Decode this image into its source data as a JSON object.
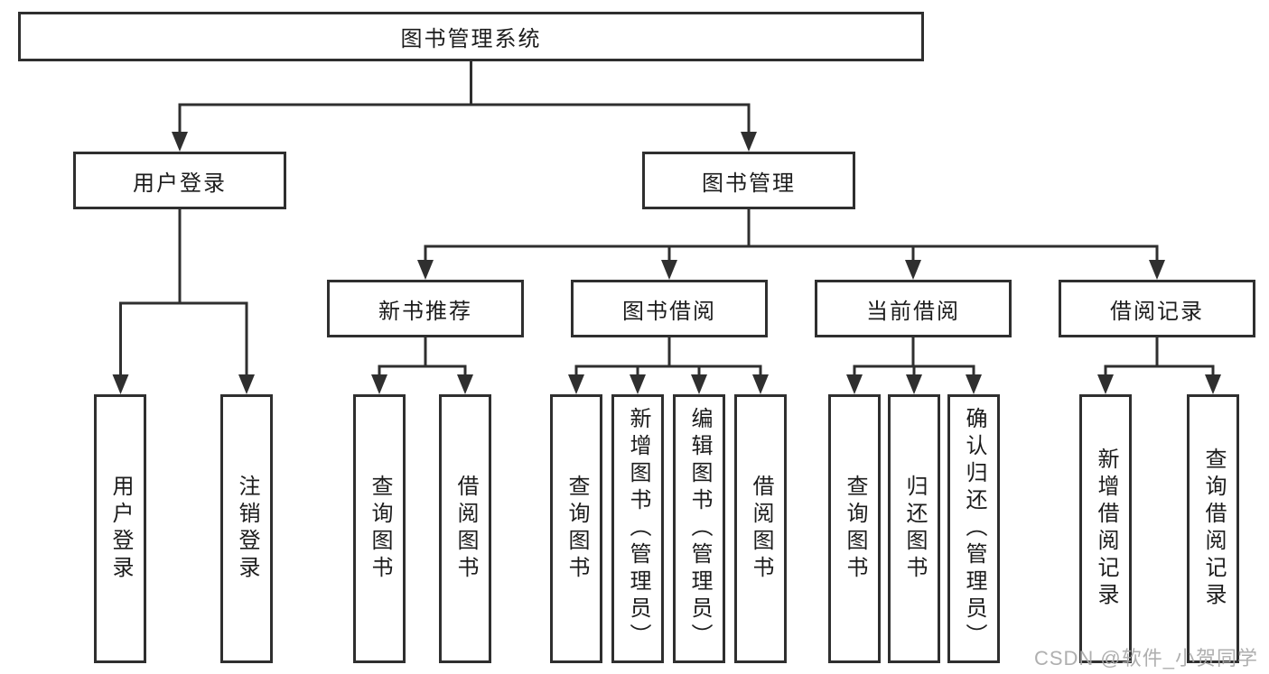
{
  "diagram": {
    "title": "图书管理系统",
    "root": {
      "label": "图书管理系统"
    },
    "branches": [
      {
        "label": "用户登录",
        "children": [
          {
            "label": "用户登录"
          },
          {
            "label": "注销登录"
          }
        ]
      },
      {
        "label": "图书管理",
        "children": [
          {
            "label": "新书推荐",
            "children": [
              {
                "label": "查询图书"
              },
              {
                "label": "借阅图书"
              }
            ]
          },
          {
            "label": "图书借阅",
            "children": [
              {
                "label": "查询图书"
              },
              {
                "label": "新增图书（管理员）"
              },
              {
                "label": "编辑图书（管理员）"
              },
              {
                "label": "借阅图书"
              }
            ]
          },
          {
            "label": "当前借阅",
            "children": [
              {
                "label": "查询图书"
              },
              {
                "label": "归还图书"
              },
              {
                "label": "确认归还（管理员）"
              }
            ]
          },
          {
            "label": "借阅记录",
            "children": [
              {
                "label": "新增借阅记录"
              },
              {
                "label": "查询借阅记录"
              }
            ]
          }
        ]
      }
    ],
    "watermark": "CSDN @软件_小贺同学",
    "colors": {
      "line": "#2f2f2f",
      "text": "#1c1c1c",
      "watermark": "#a8a8a8",
      "background": "#ffffff"
    }
  }
}
